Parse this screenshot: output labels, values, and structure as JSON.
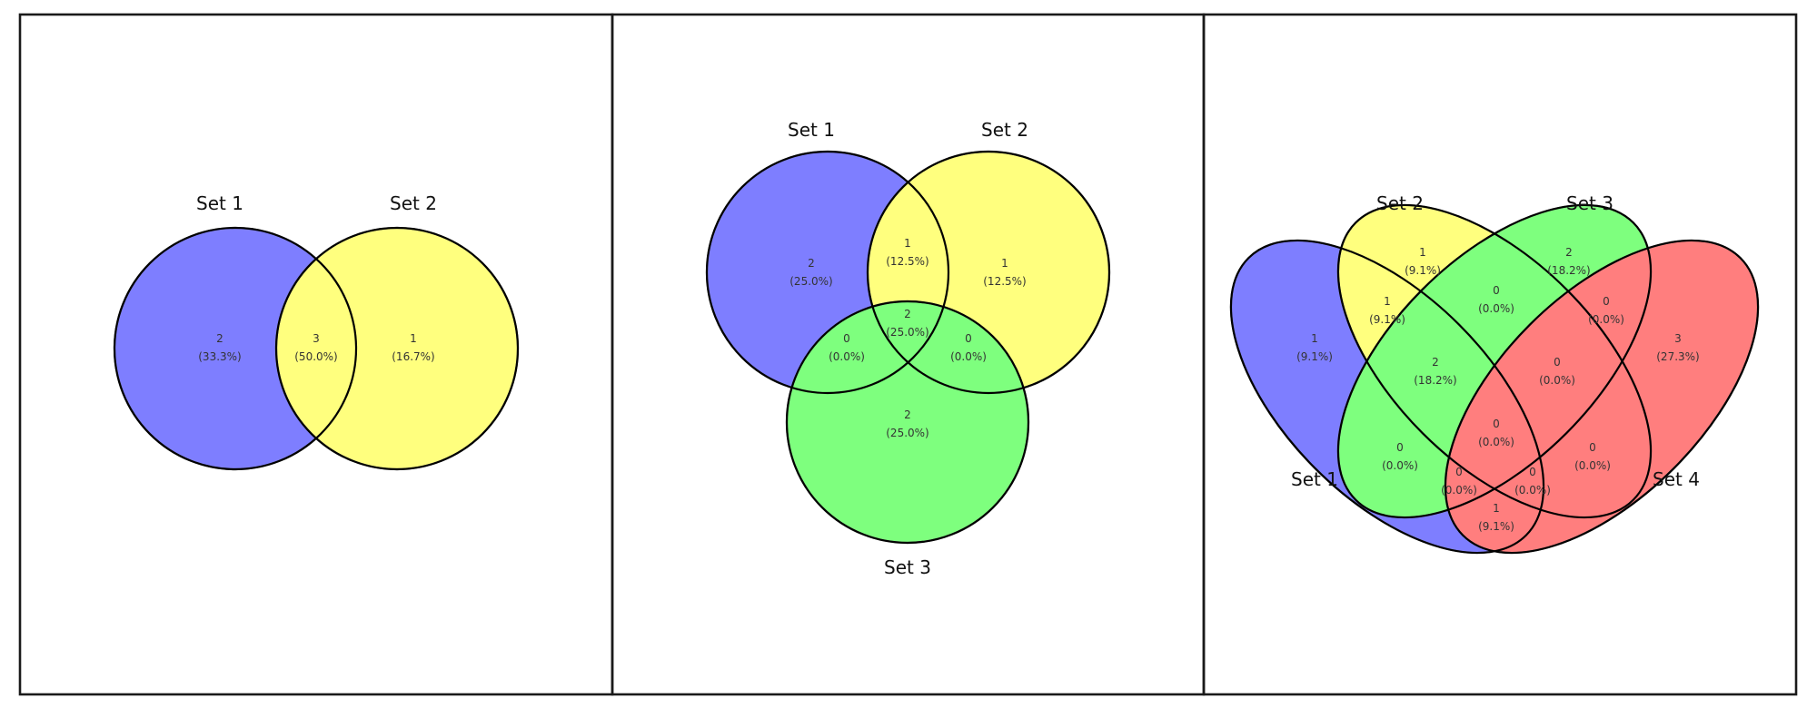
{
  "panels": [
    {
      "sets": [
        "Set 1",
        "Set 2"
      ],
      "colors": [
        "#0000ff",
        "#ffff00"
      ],
      "regions": [
        {
          "region": "1",
          "count": "2",
          "percent": "(33.3%)"
        },
        {
          "region": "1&2",
          "count": "3",
          "percent": "(50.0%)"
        },
        {
          "region": "2",
          "count": "1",
          "percent": "(16.7%)"
        }
      ]
    },
    {
      "sets": [
        "Set 1",
        "Set 2",
        "Set 3"
      ],
      "colors": [
        "#0000ff",
        "#ffff00",
        "#00ff00"
      ],
      "regions": [
        {
          "region": "1",
          "count": "2",
          "percent": "(25.0%)"
        },
        {
          "region": "1&2",
          "count": "1",
          "percent": "(12.5%)"
        },
        {
          "region": "2",
          "count": "1",
          "percent": "(12.5%)"
        },
        {
          "region": "1&2&3",
          "count": "2",
          "percent": "(25.0%)"
        },
        {
          "region": "1&3",
          "count": "0",
          "percent": "(0.0%)"
        },
        {
          "region": "2&3",
          "count": "0",
          "percent": "(0.0%)"
        },
        {
          "region": "3",
          "count": "2",
          "percent": "(25.0%)"
        }
      ]
    },
    {
      "sets": [
        "Set 1",
        "Set 2",
        "Set 3",
        "Set 4"
      ],
      "colors": [
        "#0000ff",
        "#ffff00",
        "#00ff00",
        "#ff0000"
      ],
      "regions": [
        {
          "region": "2",
          "count": "1",
          "percent": "(9.1%)"
        },
        {
          "region": "3",
          "count": "2",
          "percent": "(18.2%)"
        },
        {
          "region": "2&3",
          "count": "0",
          "percent": "(0.0%)"
        },
        {
          "region": "1&2",
          "count": "1",
          "percent": "(9.1%)"
        },
        {
          "region": "3&4",
          "count": "0",
          "percent": "(0.0%)"
        },
        {
          "region": "1",
          "count": "1",
          "percent": "(9.1%)"
        },
        {
          "region": "4",
          "count": "3",
          "percent": "(27.3%)"
        },
        {
          "region": "1&2&3",
          "count": "2",
          "percent": "(18.2%)"
        },
        {
          "region": "2&3&4",
          "count": "0",
          "percent": "(0.0%)"
        },
        {
          "region": "1&2&3&4",
          "count": "0",
          "percent": "(0.0%)"
        },
        {
          "region": "1&3",
          "count": "0",
          "percent": "(0.0%)"
        },
        {
          "region": "2&4",
          "count": "0",
          "percent": "(0.0%)"
        },
        {
          "region": "1&3&4",
          "count": "0",
          "percent": "(0.0%)"
        },
        {
          "region": "1&2&4",
          "count": "0",
          "percent": "(0.0%)"
        },
        {
          "region": "1&4",
          "count": "1",
          "percent": "(9.1%)"
        }
      ]
    }
  ]
}
